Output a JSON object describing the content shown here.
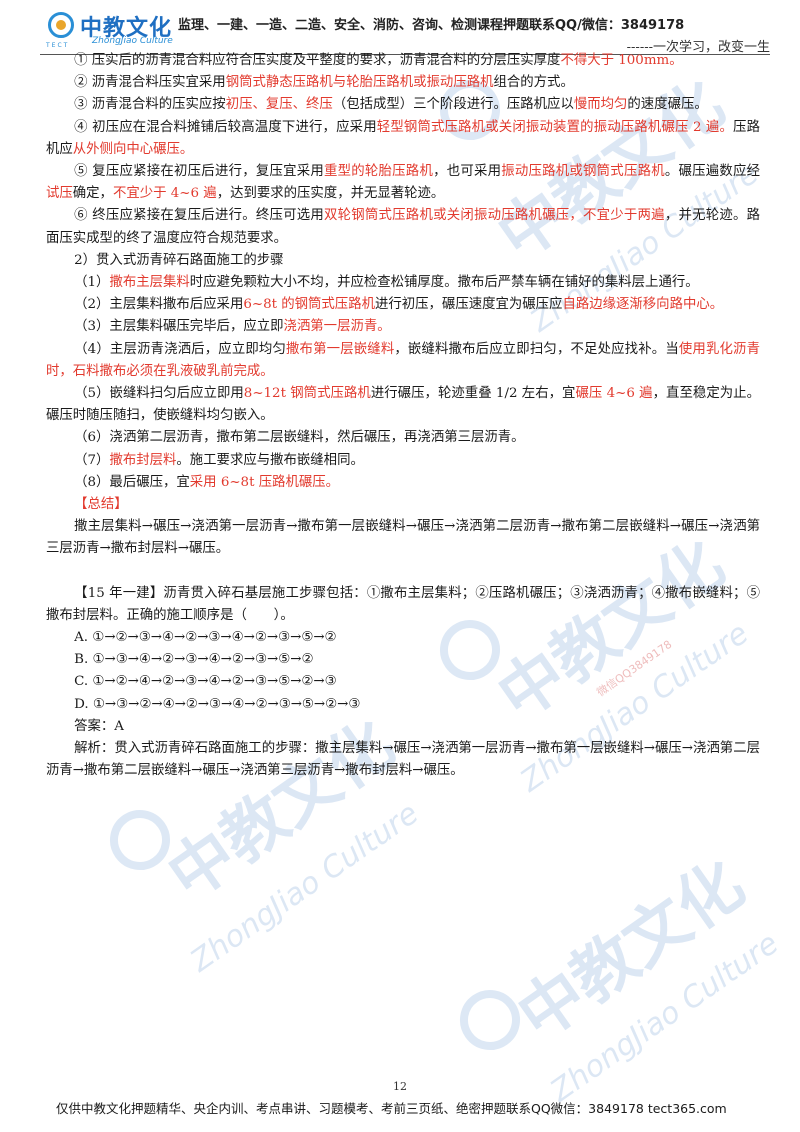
{
  "header": {
    "logo_cn": "中教文化",
    "logo_en": "ZhongJiao Culture",
    "logo_sub": "TECT",
    "title": "监理、一建、一造、二造、安全、消防、咨询、检测课程押题联系QQ/微信：3849178",
    "motto": "------一次学习，改变一生"
  },
  "body": {
    "p1": [
      "① 压实后的沥青混合料应符合压实度及平整度的要求，沥青混合料的分层压实厚度",
      "不得大于 100mm。"
    ],
    "p2": [
      "② 沥青混合料压实宜采用",
      "钢筒式静态压路机与轮胎压路机或振动压路机",
      "组合的方式。"
    ],
    "p3": [
      "③ 沥青混合料的压实应按",
      "初压、复压、终压",
      "（包括成型）三个阶段进行。压路机应以",
      "慢而均匀",
      "的速度碾压。"
    ],
    "p4": [
      "④ 初压应在混合料摊铺后较高温度下进行，应采用",
      "轻型钢筒式压路机或关闭振动装置的振动压路机碾压 2 遍。",
      "压路机应",
      "从外侧向中心碾压。"
    ],
    "p5": [
      "⑤ 复压应紧接在初压后进行，复压宜采用",
      "重型的轮胎压路机",
      "，也可采用",
      "振动压路机或钢筒式压路机",
      "。碾压遍数应经",
      "试压",
      "确定，",
      "不宜少于 4~6 遍",
      "，达到要求的压实度，并无显著轮迹。"
    ],
    "p6": [
      "⑥ 终压应紧接在复压后进行。终压可选用",
      "双轮钢筒式压路机或关闭振动压路机碾压，不宜少于两遍",
      "，并无轮迹。路面压实成型的终了温度应符合规范要求。"
    ],
    "p7": "2）贯入式沥青碎石路面施工的步骤",
    "s1": [
      "（1）",
      "撒布主层集料",
      "时应避免颗粒大小不均，并应检查松铺厚度。撒布后严禁车辆在铺好的集料层上通行。"
    ],
    "s2": [
      "（2）主层集料撒布后应采用",
      "6~8t 的钢筒式压路机",
      "进行初压，碾压速度宜为碾压应",
      "自路边缘逐渐移向路中心。"
    ],
    "s3": [
      "（3）主层集料碾压完毕后，应立即",
      "浇洒第一层沥青。"
    ],
    "s4": [
      "（4）主层沥青浇洒后，应立即均匀",
      "撒布第一层嵌缝料",
      "，嵌缝料撒布后应立即扫匀，不足处应找补。当",
      "使用乳化沥青时，石料撒布必须在乳液破乳前完成。"
    ],
    "s5": [
      "（5）嵌缝料扫匀后应立即用",
      "8~12t 钢筒式压路机",
      "进行碾压，轮迹重叠 1/2 左右，宜",
      "碾压 4~6 遍",
      "，直至稳定为止。碾压时随压随扫，使嵌缝料均匀嵌入。"
    ],
    "s6": "（6）浇洒第二层沥青，撒布第二层嵌缝料，然后碾压，再浇洒第三层沥青。",
    "s7": [
      "（7）",
      "撒布封层料",
      "。施工要求应与撒布嵌缝相同。"
    ],
    "s8": [
      "（8）最后碾压，宜",
      "采用 6~8t 压路机碾压。"
    ],
    "summary_tag": "【总结】",
    "summary": "撒主层集料→碾压→浇洒第一层沥青→撒布第一层嵌缝料→碾压→浇洒第二层沥青→撒布第二层嵌缝料→碾压→浇洒第三层沥青→撒布封层料→碾压。",
    "question": "【15 年一建】沥青贯入碎石基层施工步骤包括：①撒布主层集料；②压路机碾压；③浇洒沥青；④撒布嵌缝料；⑤撒布封层料。正确的施工顺序是（　　）。",
    "options": [
      "A. ①→②→③→④→②→③→④→②→③→⑤→②",
      "B. ①→③→④→②→③→④→②→③→⑤→②",
      "C. ①→②→④→②→③→④→②→③→⑤→②→③",
      "D. ①→③→②→④→②→③→④→②→③→⑤→②→③"
    ],
    "answer": "答案：A",
    "analysis": "解析：贯入式沥青碎石路面施工的步骤：撒主层集料→碾压→浇洒第一层沥青→撒布第一层嵌缝料→碾压→浇洒第二层沥青→撒布第二层嵌缝料→碾压→浇洒第三层沥青→撒布封层料→碾压。"
  },
  "watermark": {
    "cn": "中教文化",
    "en": "ZhongJiao Culture",
    "sub": "TECT",
    "contact": "微信QQ3849178"
  },
  "footer": {
    "page_number": "12",
    "text": "仅供中教文化押题精华、央企内训、考点串讲、习题模考、考前三页纸、绝密押题联系QQ微信：3849178 tect365.com"
  },
  "colors": {
    "highlight": "#e23a2e",
    "brand": "#1f6fc2"
  }
}
